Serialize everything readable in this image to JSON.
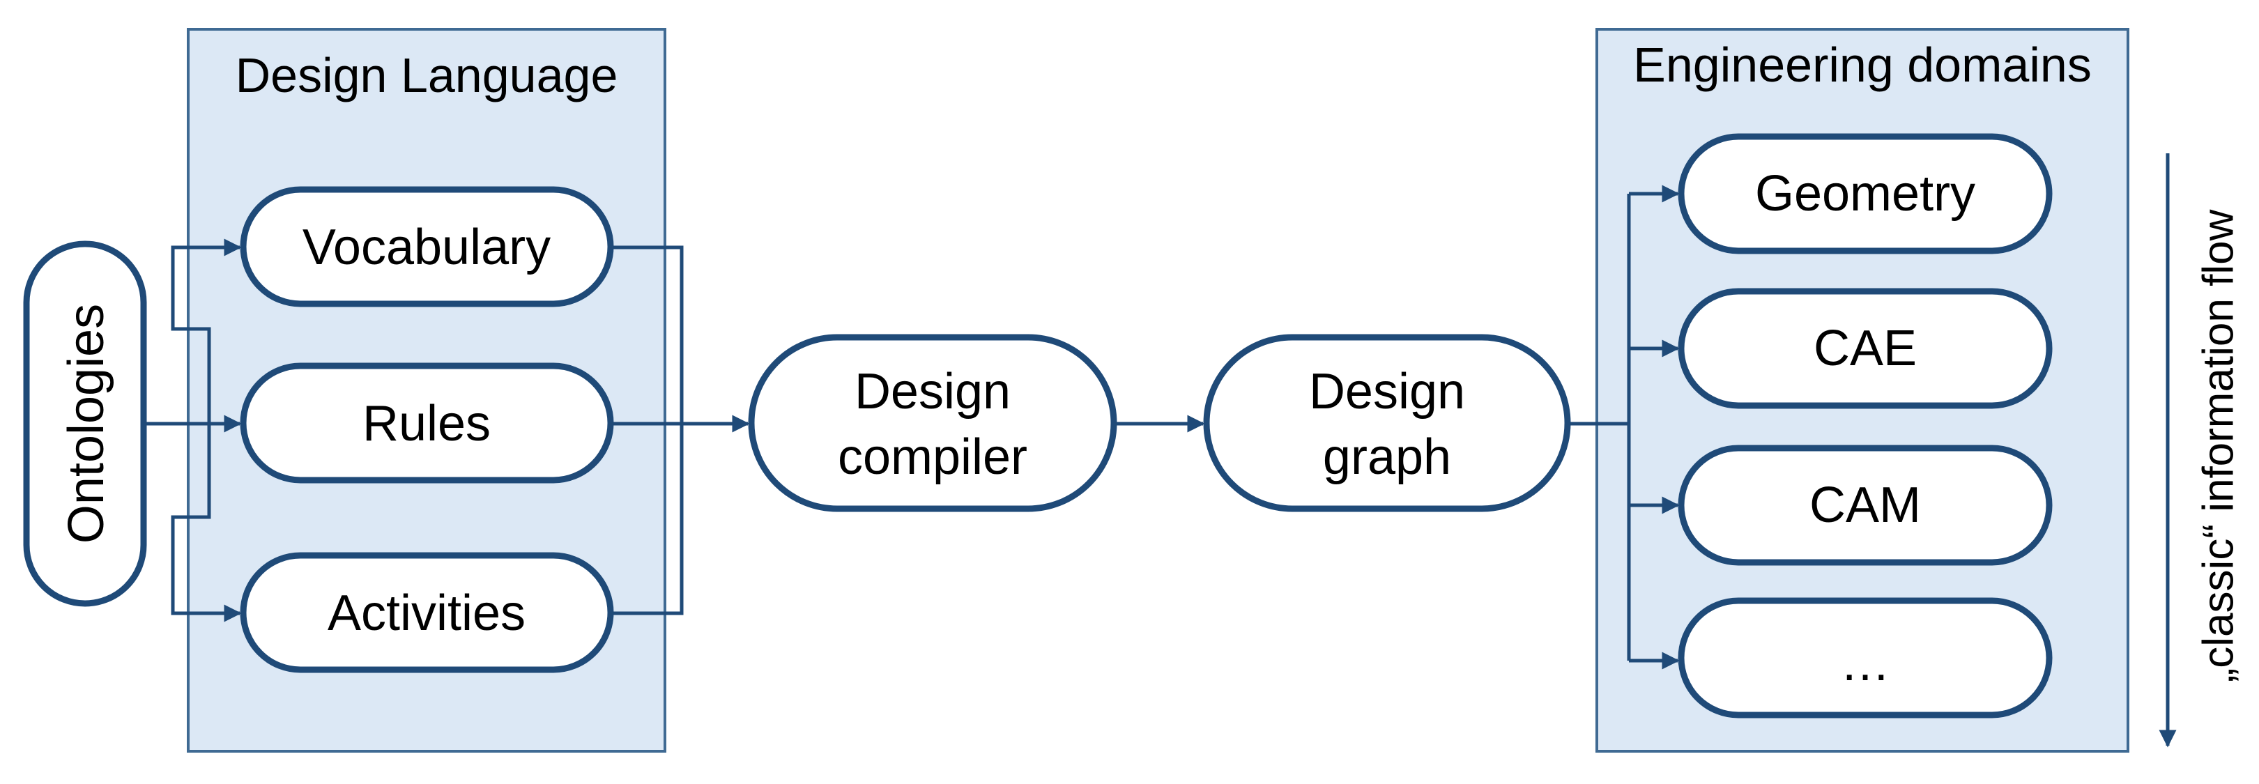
{
  "groups": {
    "design_language": "Design Language",
    "engineering_domains": "Engineering domains"
  },
  "nodes": {
    "ontologies": "Ontologies",
    "vocabulary": "Vocabulary",
    "rules": "Rules",
    "activities": "Activities",
    "compiler_line1": "Design",
    "compiler_line2": "compiler",
    "graph_line1": "Design",
    "graph_line2": "graph",
    "geometry": "Geometry",
    "cae": "CAE",
    "cam": "CAM",
    "more": "…"
  },
  "flow_label": "„classic“ information flow",
  "colors": {
    "box_fill": "#dce8f5",
    "box_stroke": "#3f6a93",
    "node_stroke": "#1f4a78"
  }
}
